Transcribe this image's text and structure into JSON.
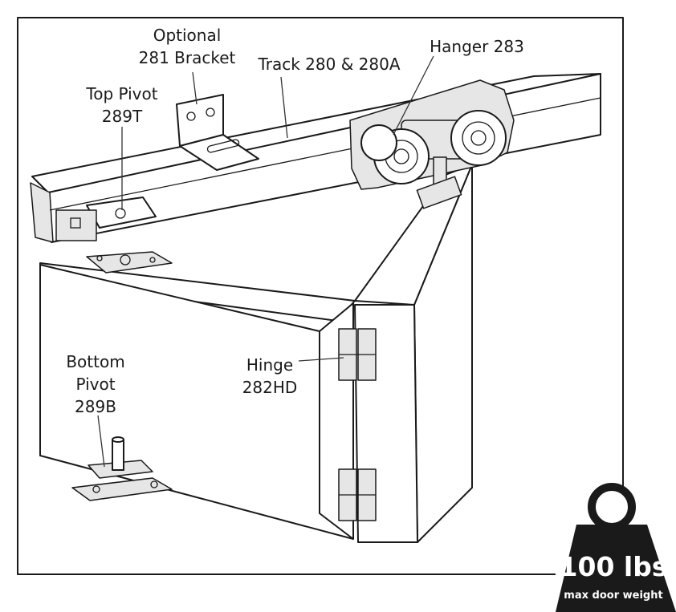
{
  "labels": {
    "optional_bracket_line1": "Optional",
    "optional_bracket_line2": "281 Bracket",
    "track": "Track 280 & 280A",
    "hanger": "Hanger 283",
    "top_pivot_line1": "Top Pivot",
    "top_pivot_line2": "289T",
    "hinge_line1": "Hinge",
    "hinge_line2": "282HD",
    "bottom_pivot_line1": "Bottom",
    "bottom_pivot_line2": "Pivot",
    "bottom_pivot_line3": "289B"
  },
  "weight_badge": {
    "value": "100 lbs",
    "caption": "max door weight",
    "icon": "weight-icon",
    "color": "#1a1a1a"
  },
  "colors": {
    "line": "#1a1a1a",
    "panel": "#ffffff",
    "background": "#ffffff"
  }
}
